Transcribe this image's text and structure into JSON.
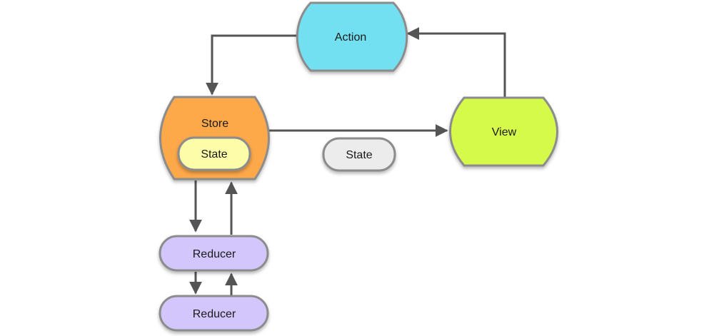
{
  "nodes": {
    "action": {
      "label": "Action",
      "color": "#72e0f0"
    },
    "store": {
      "label": "Store",
      "color": "#fda84a"
    },
    "store_state": {
      "label": "State",
      "color": "#fdfca8"
    },
    "view": {
      "label": "View",
      "color": "#d6fa48"
    },
    "state": {
      "label": "State",
      "color": "#ececec"
    },
    "reducer_1": {
      "label": "Reducer",
      "color": "#d2c6fc"
    },
    "reducer_2": {
      "label": "Reducer",
      "color": "#d2c6fc"
    }
  },
  "colors": {
    "stroke": "#8c8c8c",
    "arrow": "#555555"
  }
}
